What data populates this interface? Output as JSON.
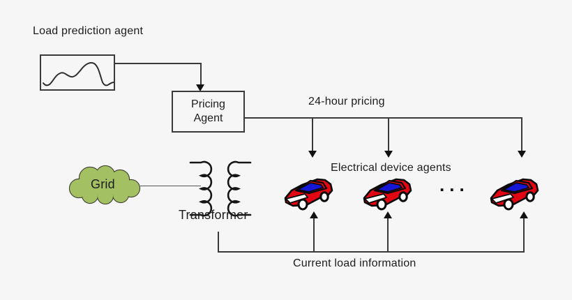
{
  "colors": {
    "background": "#f6f6f6",
    "line": "#3a3a3a",
    "arrow": "#111111",
    "text": "#1c1c1c",
    "cloud_fill": "#a3c162",
    "cloud_stroke": "#3f3f33",
    "car_body": "#e20613",
    "car_window": "#1616d6",
    "car_detail": "#ffffff",
    "car_outline": "#0a0a0a"
  },
  "labels": {
    "load_prediction_agent": "Load prediction agent",
    "pricing_agent_line1": "Pricing",
    "pricing_agent_line2": "Agent",
    "pricing_bus": "24-hour pricing",
    "device_agents": "Electrical device agents",
    "grid": "Grid",
    "transformer": "Transformer",
    "current_load": "Current load information",
    "more_devices": "..."
  },
  "icons": {
    "load_curve": "load-forecast-curve-icon",
    "grid_cloud": "cloud-icon",
    "transformer": "transformer-coils-icon",
    "device": "car-icon"
  }
}
